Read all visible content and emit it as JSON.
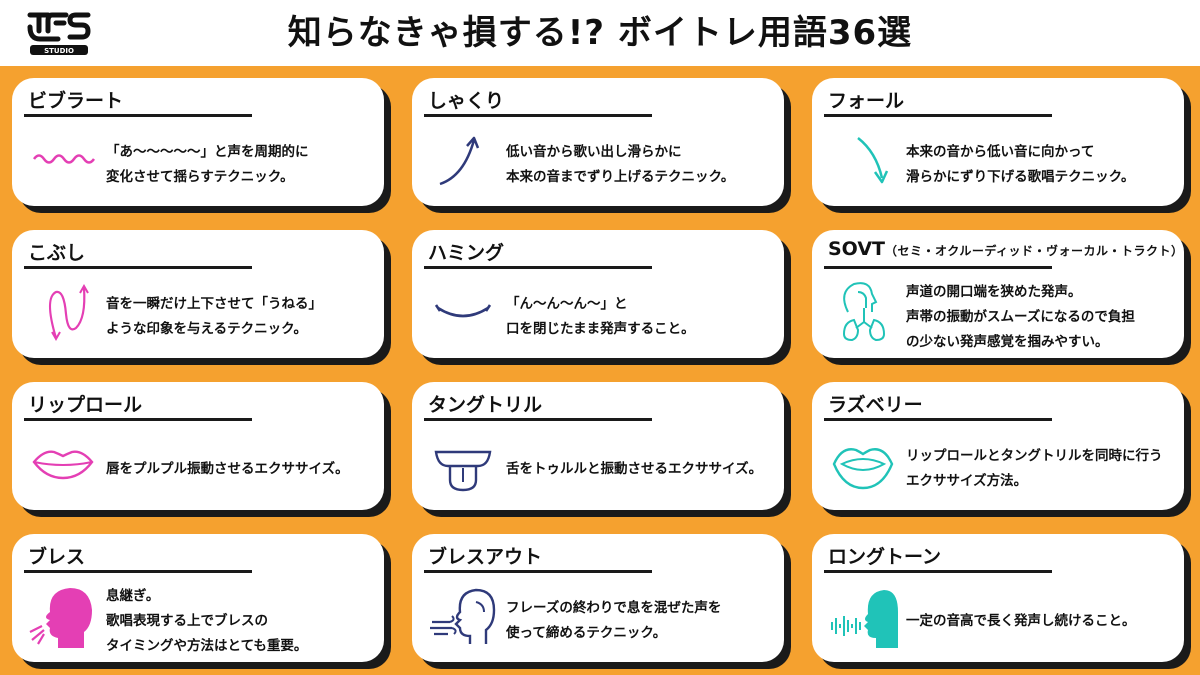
{
  "header": {
    "logo_text": "STUDIO",
    "title": "知らなきゃ損する!? ボイトレ用語36選"
  },
  "cards": [
    {
      "title": "ビブラート",
      "lines": [
        "「あ〜〜〜〜〜」と声を周期的に",
        "変化させて揺らすテクニック。"
      ],
      "icon": "wave-icon"
    },
    {
      "title": "しゃくり",
      "lines": [
        "低い音から歌い出し滑らかに",
        "本来の音までずり上げるテクニック。"
      ],
      "icon": "arrow-up-curve-icon"
    },
    {
      "title": "フォール",
      "lines": [
        "本来の音から低い音に向かって",
        "滑らかにずり下げる歌唱テクニック。"
      ],
      "icon": "arrow-down-curve-icon"
    },
    {
      "title": "こぶし",
      "lines": [
        "音を一瞬だけ上下させて「うねる」",
        "ような印象を与えるテクニック。"
      ],
      "icon": "up-down-wave-icon"
    },
    {
      "title": "ハミング",
      "lines": [
        "「ん〜ん〜ん〜」と",
        "口を閉じたまま発声すること。"
      ],
      "icon": "closed-mouth-icon"
    },
    {
      "title": "SOVT",
      "subtitle": "（セミ・オクルーディッド・ヴォーカル・トラクト）",
      "lines": [
        "声道の開口端を狭めた発声。",
        "声帯の振動がスムーズになるので負担",
        "の少ない発声感覚を掴みやすい。"
      ],
      "icon": "respiratory-system-icon"
    },
    {
      "title": "リップロール",
      "lines": [
        "唇をプルプル振動させるエクササイズ。"
      ],
      "icon": "lips-icon"
    },
    {
      "title": "タングトリル",
      "lines": [
        "舌をトゥルルと振動させるエクササイズ。"
      ],
      "icon": "tongue-icon"
    },
    {
      "title": "ラズベリー",
      "lines": [
        "リップロールとタングトリルを同時に行う",
        "エクササイズ方法。"
      ],
      "icon": "open-lips-icon"
    },
    {
      "title": "ブレス",
      "lines": [
        "息継ぎ。",
        "歌唱表現する上でブレスの",
        "タイミングや方法はとても重要。"
      ],
      "icon": "head-inhale-icon"
    },
    {
      "title": "ブレスアウト",
      "lines": [
        "フレーズの終わりで息を混ぜた声を",
        "使って締めるテクニック。"
      ],
      "icon": "head-exhale-icon"
    },
    {
      "title": "ロングトーン",
      "lines": [
        "一定の音高で長く発声し続けること。"
      ],
      "icon": "head-sound-icon"
    }
  ],
  "colors": {
    "background": "#f5a12f",
    "card": "#ffffff",
    "shadow": "#1a1a1a",
    "magenta": "#e43fb4",
    "navy": "#2f3a7a",
    "teal": "#20c3b8"
  }
}
